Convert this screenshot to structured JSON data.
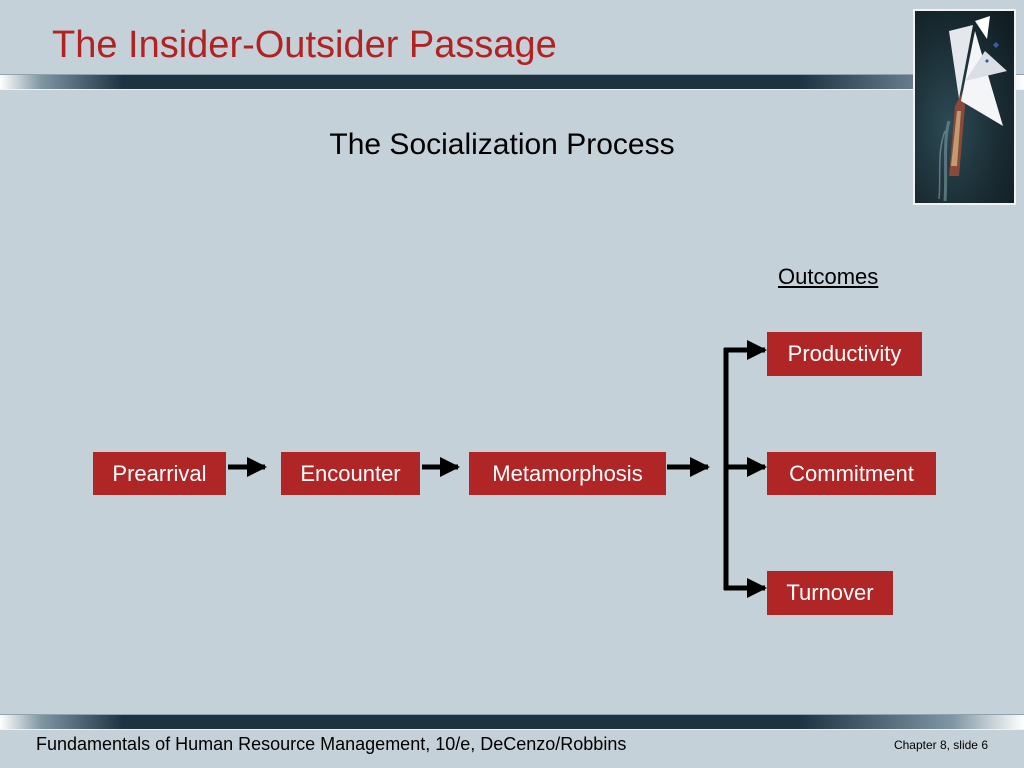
{
  "slide": {
    "title": "The Insider-Outsider Passage",
    "subtitle": "The Socialization Process"
  },
  "diagram": {
    "stages": [
      "Prearrival",
      "Encounter",
      "Metamorphosis"
    ],
    "outcomes_heading": "Outcomes",
    "outcomes": [
      "Productivity",
      "Commitment",
      "Turnover"
    ]
  },
  "footer": {
    "left": "Fundamentals of Human Resource Management, 10/e, DeCenzo/Robbins",
    "right": "Chapter 8, slide 6"
  },
  "colors": {
    "background": "#c5d1d8",
    "title": "#b22222",
    "box_fill": "#b02525",
    "box_text": "#ffffff"
  },
  "icons": {
    "photo": "sailboat-photo"
  }
}
